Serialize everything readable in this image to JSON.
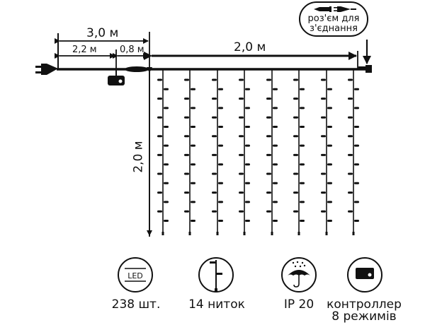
{
  "dimensions": {
    "total_lead": "3,0 м",
    "lead_to_controller": "2,2 м",
    "controller_to_curtain": "0,8 м",
    "curtain_width": "2,0 м",
    "curtain_height": "2,0 м"
  },
  "connector_bubble": {
    "line1": "роз'єм для",
    "line2": "з'єднання",
    "icon": "plug-connector-icon"
  },
  "curtain": {
    "visible_strands": 8,
    "leds_per_strand_visible": 17
  },
  "features": [
    {
      "icon": "led-icon",
      "icon_text": "LED",
      "label": "238 шт."
    },
    {
      "icon": "strand-icon",
      "label": "14 ниток"
    },
    {
      "icon": "umbrella-rain-icon",
      "label": "IP 20"
    },
    {
      "icon": "controller-icon",
      "label_line1": "контроллер",
      "label_line2": "8 режимів"
    }
  ],
  "colors": {
    "ink": "#111111",
    "background": "#ffffff"
  }
}
